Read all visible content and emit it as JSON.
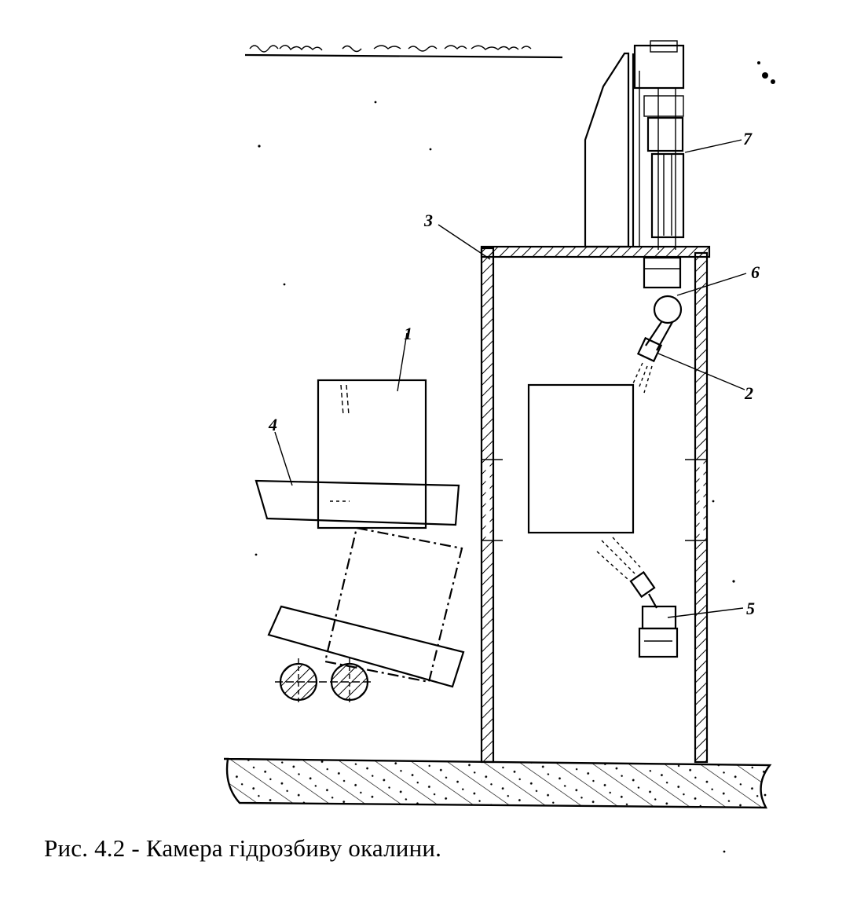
{
  "figure": {
    "caption": "Рис. 4.2 - Камера гідрозбиву окалини.",
    "callouts": [
      {
        "id": "1",
        "text": "1"
      },
      {
        "id": "2",
        "text": "2"
      },
      {
        "id": "3",
        "text": "3"
      },
      {
        "id": "4",
        "text": "4"
      },
      {
        "id": "5",
        "text": "5"
      },
      {
        "id": "6",
        "text": "6"
      },
      {
        "id": "7",
        "text": "7"
      }
    ]
  }
}
